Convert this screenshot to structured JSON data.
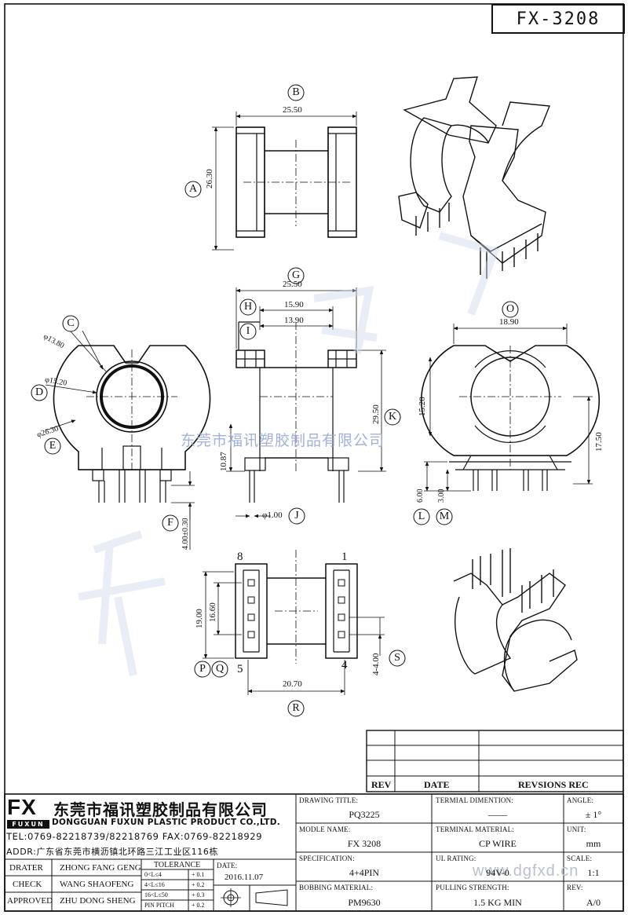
{
  "part_title": "FX-3208",
  "watermark": "东莞市福讯塑胶制品有限公司",
  "watermark_url": "www.dgfxd.cn",
  "labels": {
    "A": "A",
    "B": "B",
    "C": "C",
    "D": "D",
    "E": "E",
    "F": "F",
    "G": "G",
    "H": "H",
    "I": "I",
    "J": "J",
    "K": "K",
    "L": "L",
    "M": "M",
    "O": "O",
    "P": "P",
    "Q": "Q",
    "R": "R",
    "S": "S"
  },
  "dimensions": {
    "top_width": "25.50",
    "top_height": "26.30",
    "side_width": "25.50",
    "side_h": "15.90",
    "side_i": "13.90",
    "side_height": "29.50",
    "side_10_87": "10.87",
    "pin_dia": "φ1.00",
    "front_c": "φ13.80",
    "front_d": "φ15.20",
    "front_e": "φ26.30",
    "front_f": "4.00±0.30",
    "right_width": "18.90",
    "right_15_20": "15.20",
    "right_17_50": "17.50",
    "right_6_00": "6.00",
    "right_3_00": "3.00",
    "bottom_19_00": "19.00",
    "bottom_16_60": "16.60",
    "bottom_20_70": "20.70",
    "bottom_4_00": "4-4.00"
  },
  "pin_numbers": {
    "p8": "8",
    "p1": "1",
    "p5": "5",
    "p4": "4"
  },
  "revision_table": {
    "headers": {
      "rev": "REV",
      "date": "DATE",
      "revisions": "REVSIONS REC"
    }
  },
  "company": {
    "logo": "FX",
    "logo_sub": "FUXUN",
    "name_cn": "东莞市福讯塑胶制品有限公司",
    "name_en": "DONGGUAN FUXUN PLASTIC PRODUCT CO.,LTD.",
    "tel": "TEL:0769-82218739/82218769 FAX:0769-82218929",
    "addr": "ADDR:广东省东莞市横沥镇北环路三江工业区116栋"
  },
  "signoff": [
    {
      "role": "DRATER",
      "name": "ZHONG FANG GENG"
    },
    {
      "role": "CHECK",
      "name": "WANG SHAOFENG"
    },
    {
      "role": "APPROVED",
      "name": "ZHU DONG SHENG"
    }
  ],
  "tolerance": {
    "title": "TOLERANCE",
    "rows": [
      {
        "range": "0<L≤4",
        "tol": "+ 0.1"
      },
      {
        "range": "4<L≤16",
        "tol": "+ 0.2"
      },
      {
        "range": "16<L≤50",
        "tol": "+ 0.3"
      },
      {
        "range": "PIN PITCH",
        "tol": "+ 0.2"
      }
    ]
  },
  "date": {
    "label": "DATE:",
    "value": "2016.11.07"
  },
  "info": {
    "drawing_title_label": "DRAWING TITLE:",
    "drawing_title": "PQ3225",
    "model_label": "MODLE NAME:",
    "model": "FX 3208",
    "spec_label": "SPECIFICATION:",
    "spec": "4+4PIN",
    "bobbin_label": "BOBBING MATERIAL:",
    "bobbin": "PM9630",
    "term_dim_label": "TERMIAL DIMENTION:",
    "term_dim": "——",
    "term_mat_label": "TERMINAL MATERIAL:",
    "term_mat": "CP WIRE",
    "ul_label": "UL RATING:",
    "ul": "94V-0",
    "pull_label": "PULLING STRENGTH:",
    "pull": "1.5 KG MIN",
    "angle_label": "ANGLE:",
    "angle": "± 1°",
    "unit_label": "UNIT:",
    "unit": "mm",
    "scale_label": "SCALE:",
    "scale": "1:1",
    "rev_label": "REV:",
    "rev": "A/0"
  }
}
